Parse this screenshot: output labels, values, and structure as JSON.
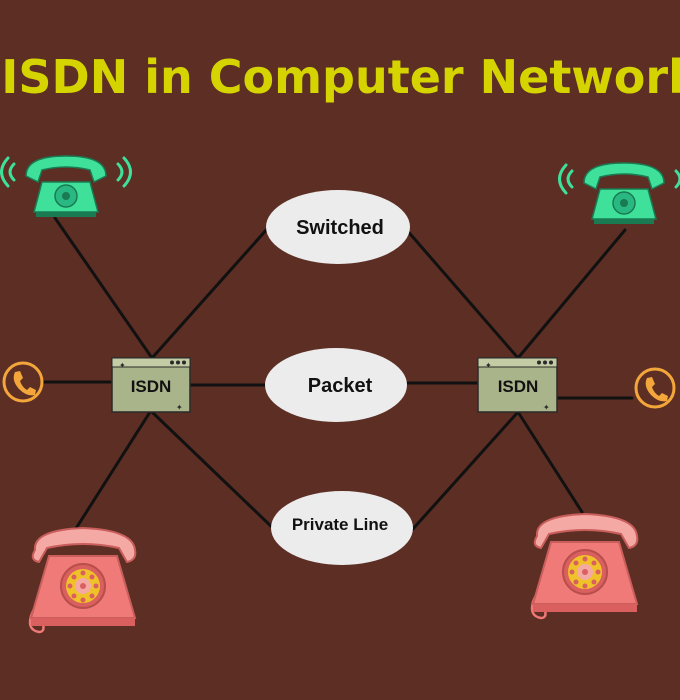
{
  "title": "ISDN in Computer Network",
  "nodes": {
    "isdn_left": "ISDN",
    "isdn_right": "ISDN",
    "switched": "Switched",
    "packet": "Packet",
    "private_line": "Private Line"
  },
  "icons": {
    "green_phone": "green-telephone-icon",
    "orange_phone": "orange-phone-handset-icon",
    "pink_phone": "pink-rotary-telephone-icon"
  },
  "colors": {
    "background": "#5c2e24",
    "title": "#d6d400",
    "ellipse_fill": "#ececec",
    "isdn_box_fill": "#a9b48b",
    "green_phone": "#3ee09a",
    "orange_phone": "#f3a63a",
    "pink_phone": "#f07a78",
    "line": "#111111"
  }
}
